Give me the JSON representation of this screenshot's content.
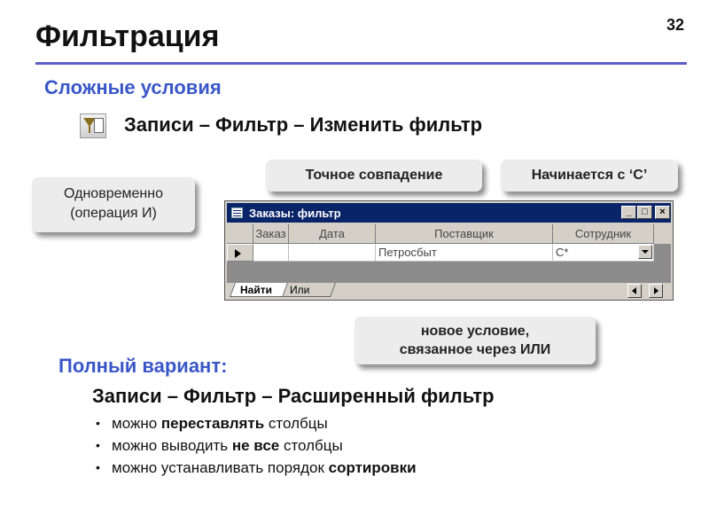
{
  "slide": {
    "title": "Фильтрация",
    "number": "32",
    "subtitle": "Сложные условия",
    "menu_path": "Записи – Фильтр – Изменить фильтр",
    "menu_icon": "filter-icon"
  },
  "callouts": {
    "simultaneous_line1": "Одновременно",
    "simultaneous_line2": "(операция И)",
    "exact_match": "Точное совпадение",
    "starts_with": "Начинается с ‘С’",
    "new_condition_line1": "новое условие,",
    "new_condition_line2": "связанное через ИЛИ"
  },
  "window": {
    "title": "Заказы: фильтр",
    "buttons": {
      "minimize": "_",
      "maximize": "□",
      "close": "×"
    },
    "columns": [
      "Заказ",
      "Дата",
      "Поставщик",
      "Сотрудник"
    ],
    "row": [
      "",
      "",
      "Петросбыт",
      "С*"
    ],
    "tabs": [
      "Найти",
      "Или"
    ]
  },
  "full_variant": {
    "heading": "Полный вариант:",
    "path": "Записи – Фильтр – Расширенный фильтр",
    "bullets": [
      {
        "pre": "можно ",
        "bold": "переставлять",
        "post": " столбцы"
      },
      {
        "pre": "можно выводить ",
        "bold": "не все",
        "post": " столбцы"
      },
      {
        "pre": "можно устанавливать порядок  ",
        "bold": "сортировки",
        "post": ""
      }
    ]
  },
  "colors": {
    "accent": "#3a57c8",
    "title_bar": "#0a246a",
    "rule": "#5b5fc7"
  }
}
